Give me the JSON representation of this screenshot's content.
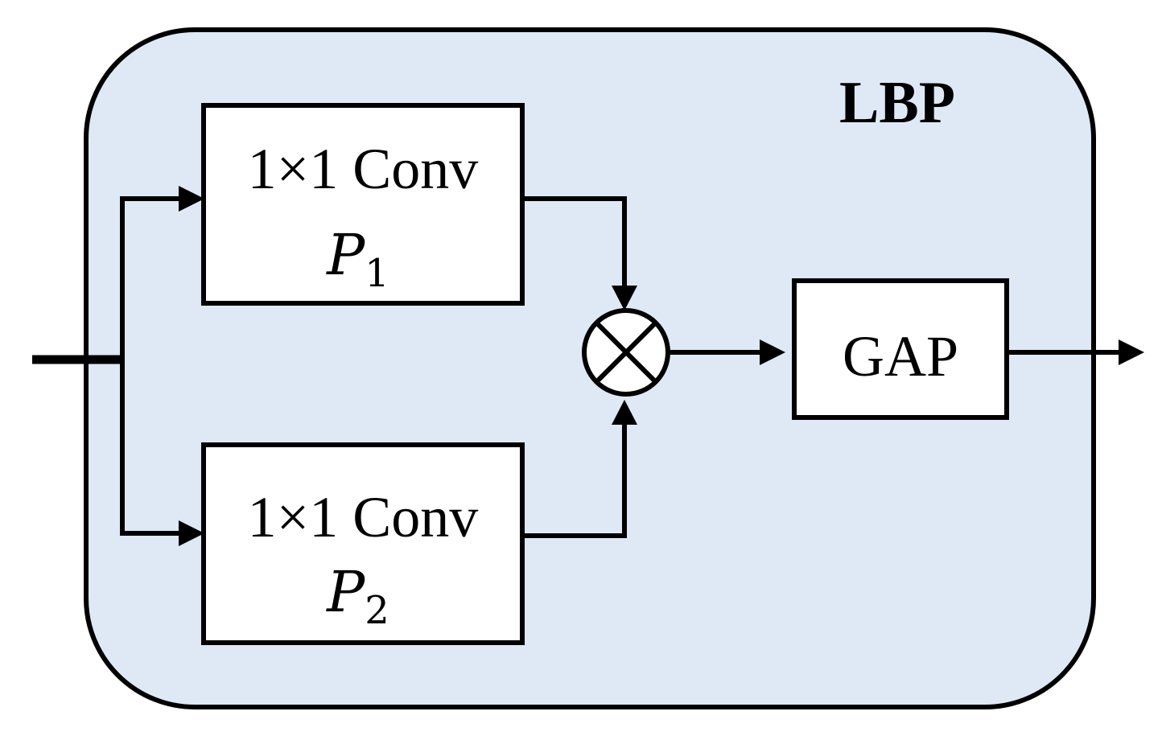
{
  "module": {
    "title": "LBP",
    "fill_color": "#dfe9f5",
    "stroke_color": "#000000"
  },
  "blocks": {
    "conv_top": {
      "line1": "1×1 Conv",
      "symbol": "P",
      "subscript": "1"
    },
    "conv_bottom": {
      "line1": "1×1 Conv",
      "symbol": "P",
      "subscript": "2"
    },
    "gap": {
      "label": "GAP"
    }
  },
  "operator": {
    "name": "multiply-operator-icon",
    "glyph": "⊗"
  }
}
